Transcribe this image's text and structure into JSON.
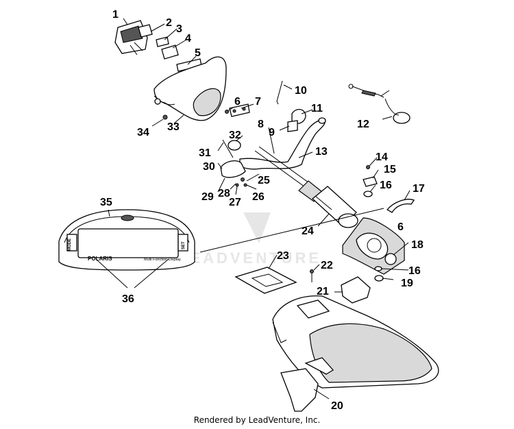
{
  "diagram": {
    "callouts": [
      "1",
      "2",
      "3",
      "4",
      "5",
      "6",
      "7",
      "8",
      "9",
      "10",
      "11",
      "12",
      "13",
      "14",
      "15",
      "16",
      "17",
      "18",
      "19",
      "20",
      "21",
      "22",
      "23",
      "24",
      "25",
      "26",
      "27",
      "28",
      "29",
      "30",
      "31",
      "32",
      "33",
      "34",
      "35",
      "36"
    ],
    "display_panel": {
      "brand": "POLARIS",
      "caption": "Multi Function Display",
      "left_button": "MODE",
      "right_button": "SET"
    },
    "watermark": "LEADVENTURE"
  },
  "footer": {
    "text": "Rendered by LeadVenture, Inc."
  }
}
